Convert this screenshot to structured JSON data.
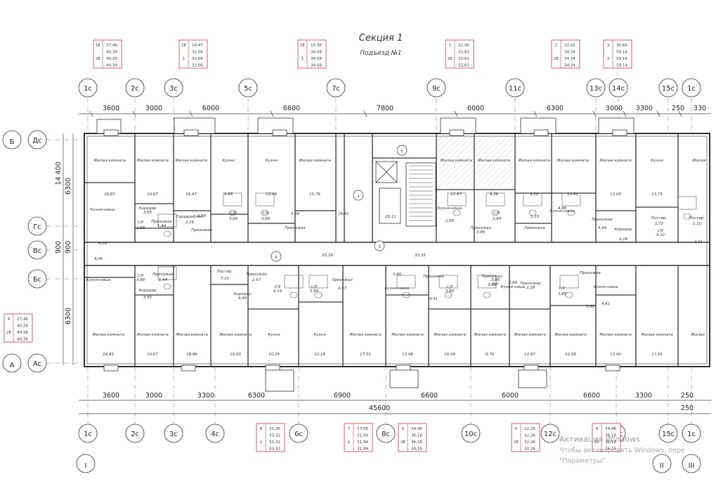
{
  "title": "Секция 1",
  "subtitle": "Подъезд №1",
  "axes_top": [
    "1с",
    "2с",
    "3с",
    "5с",
    "7с",
    "9с",
    "11с",
    "13с",
    "14с",
    "15с",
    "1с"
  ],
  "axes_bottom": [
    "1с",
    "2с",
    "3с",
    "4с",
    "6с",
    "8с",
    "10с",
    "12с",
    "14с",
    "15с",
    "1с"
  ],
  "axes_left": [
    "Дс",
    "Гс",
    "Вс",
    "Бс",
    "Ас"
  ],
  "axes_left_big": [
    "Б",
    "А"
  ],
  "roman": [
    "I",
    "II",
    "III"
  ],
  "dims_top": [
    "3600",
    "3000",
    "6000",
    "6600",
    "7800",
    "6000",
    "6300",
    "3000",
    "3300",
    "250",
    "330"
  ],
  "dims_bottom": [
    "3600",
    "3000",
    "3300",
    "6300",
    "6900",
    "6600",
    "6000",
    "6600",
    "3300",
    "250"
  ],
  "dim_total": "45600",
  "dim_total_right": "250",
  "dims_left": [
    "14 400",
    "6300",
    "900",
    "900",
    "6300"
  ],
  "circle_marks": [
    "1",
    "2",
    "3",
    "4"
  ],
  "rooms_top": [
    {
      "name": "Жилая комната",
      "area": "16,83"
    },
    {
      "name": "Жилая комната",
      "area": "10,67"
    },
    {
      "name": "Жилая комната",
      "area": "16,47"
    },
    {
      "name": "Кухня",
      "area": "9,88"
    },
    {
      "name": "Кухня",
      "area": "10,99"
    },
    {
      "name": "Жилая комната",
      "area": "15,76"
    },
    {
      "name": "Жилая комната",
      "area": "12,97"
    },
    {
      "name": "Жилая комната",
      "area": "9,38"
    },
    {
      "name": "Жилая комната",
      "area": "9,38"
    },
    {
      "name": "Жилая комната",
      "area": "12,64"
    },
    {
      "name": "Жилая комната",
      "area": "13,09"
    },
    {
      "name": "Кухня",
      "area": "13,74"
    },
    {
      "name": "Жилая",
      "area": ""
    }
  ],
  "rooms_mid_top": [
    {
      "name": "Кухня-ниша",
      "area": "4,09"
    },
    {
      "name": "Коридор",
      "area": "3,55"
    },
    {
      "name": "Прихожая",
      "area": "1,44"
    },
    {
      "name": "С/У",
      "area": "3,88"
    },
    {
      "name": "Гардеробная",
      "area": "2,18"
    },
    {
      "name": "Прихожая",
      "area": "6,64"
    },
    {
      "name": "С/У",
      "area": "3,89"
    },
    {
      "name": "С/У",
      "area": "3,89"
    },
    {
      "name": "Прихожая",
      "area": "3,94"
    },
    {
      "name": "Кухня-ниша",
      "area": "2,56"
    },
    {
      "name": "Прихожая",
      "area": "3,86"
    },
    {
      "name": "С/У",
      "area": "3,89"
    },
    {
      "name": "Прихожая",
      "area": "3,15"
    },
    {
      "name": "Кухня-ниша",
      "area": "4,88"
    },
    {
      "name": "Прихожая",
      "area": "4,44"
    },
    {
      "name": "Коридор",
      "area": "4,28"
    },
    {
      "name": "Постир.",
      "area": "1,72"
    },
    {
      "name": "С/У",
      "area": "4,32"
    },
    {
      "name": "Постир.",
      "area": "1,10"
    },
    {
      "name": "",
      "area": "4,31"
    }
  ],
  "core_areas": [
    "16,81",
    "16,11",
    "25,39",
    "33,35"
  ],
  "rooms_mid_bottom": [
    {
      "name": "Кухня-ниша",
      "area": "4,06"
    },
    {
      "name": "С/У",
      "area": "3,88"
    },
    {
      "name": "Прихожая",
      "area": "1,44"
    },
    {
      "name": "Коридор",
      "area": "3,55"
    },
    {
      "name": "Постир.",
      "area": "7,31"
    },
    {
      "name": "Прихожая",
      "area": "2,67"
    },
    {
      "name": "Коридор",
      "area": "4,48"
    },
    {
      "name": "С/У",
      "area": "4,19"
    },
    {
      "name": "С/У",
      "area": "3,89"
    },
    {
      "name": "Прихожая",
      "area": "4,37"
    },
    {
      "name": "Кухня-ниша",
      "area": "3,60"
    },
    {
      "name": "Прихожая",
      "area": "4,41"
    },
    {
      "name": "С/У",
      "area": "3,89"
    },
    {
      "name": "Прихожая",
      "area": "3,89"
    },
    {
      "name": "Кухня-ниша",
      "area": "2,89"
    },
    {
      "name": "С/У",
      "area": "3,86"
    },
    {
      "name": "Прихожая",
      "area": "2,28"
    },
    {
      "name": "С/У",
      "area": "3,89"
    },
    {
      "name": "Кухня-ниша",
      "area": "4,61"
    },
    {
      "name": "Прихожая",
      "area": "3,48"
    }
  ],
  "rooms_bottom": [
    {
      "name": "Жилая комната",
      "area": "16,83"
    },
    {
      "name": "Жилая комната",
      "area": "10,67"
    },
    {
      "name": "Жилая комната",
      "area": "18,86"
    },
    {
      "name": "Жилая комната",
      "area": "10,50"
    },
    {
      "name": "Кухня",
      "area": "10,29"
    },
    {
      "name": "Кухня",
      "area": "12,18"
    },
    {
      "name": "Жилая комната",
      "area": "17,55"
    },
    {
      "name": "Жилая комната",
      "area": "13,98"
    },
    {
      "name": "Жилая комната",
      "area": "10,58"
    },
    {
      "name": "Жилая комната",
      "area": "9,78"
    },
    {
      "name": "Жилая комната",
      "area": "12,87"
    },
    {
      "name": "Жилая комната",
      "area": "10,58"
    },
    {
      "name": "Жилая комната",
      "area": "13,90"
    },
    {
      "name": "Жилая комната",
      "area": "17,55"
    },
    {
      "name": "Жилая",
      "area": ""
    }
  ],
  "apt_boxes_top": [
    {
      "rows": [
        [
          "1Е",
          "27,46"
        ],
        [
          "",
          "40,39"
        ],
        [
          "2Е",
          "40,39"
        ],
        [
          "",
          "40,39"
        ]
      ]
    },
    {
      "rows": [
        [
          "1Е",
          "10,47"
        ],
        [
          "",
          "32,06"
        ],
        [
          "1",
          "32,06"
        ],
        [
          "",
          "32,06"
        ]
      ]
    },
    {
      "rows": [
        [
          "1Е",
          "15,36"
        ],
        [
          "",
          "34,58"
        ],
        [
          "1",
          "34,58"
        ],
        [
          "",
          "34,58"
        ]
      ]
    },
    {
      "rows": [
        [
          "1",
          "22,30"
        ],
        [
          "",
          "32,61"
        ],
        [
          "2Е",
          "32,61"
        ],
        [
          "",
          "32,61"
        ]
      ]
    },
    {
      "rows": [
        [
          "2",
          "22,02"
        ],
        [
          "",
          "34,34"
        ],
        [
          "2Е",
          "34,34"
        ],
        [
          "",
          "34,34"
        ]
      ]
    },
    {
      "rows": [
        [
          "3",
          "30,64"
        ],
        [
          "",
          "59,14"
        ],
        [
          "2",
          "59,14"
        ],
        [
          "",
          "59,14"
        ]
      ]
    }
  ],
  "apt_box_left": {
    "rows": [
      [
        "9",
        "27,46"
      ],
      [
        "",
        "40,39"
      ],
      [
        "2Е",
        "40,39"
      ],
      [
        "",
        "40,39"
      ]
    ]
  },
  "apt_boxes_bottom": [
    {
      "rows": [
        [
          "8",
          "25,36"
        ],
        [
          "",
          "53,32"
        ],
        [
          "2",
          "53,32"
        ],
        [
          "",
          "53,32"
        ]
      ]
    },
    {
      "rows": [
        [
          "7",
          "17,35"
        ],
        [
          "",
          "31,99"
        ],
        [
          "1",
          "31,99"
        ],
        [
          "",
          "31,99"
        ]
      ]
    },
    {
      "rows": [
        [
          "6",
          "24,48"
        ],
        [
          "",
          "36,18"
        ],
        [
          "2Е",
          "36,18"
        ],
        [
          "",
          "30,18"
        ]
      ]
    },
    {
      "rows": [
        [
          "5",
          "22,25"
        ],
        [
          "",
          "32,26"
        ],
        [
          "2Е",
          "32,26"
        ],
        [
          "",
          "32,26"
        ]
      ]
    },
    {
      "rows": [
        [
          "4",
          "24,48"
        ],
        [
          "",
          "36,18"
        ],
        [
          "2Е",
          "36,18"
        ],
        [
          "",
          "36,16"
        ]
      ]
    }
  ],
  "watermark": {
    "line1": "Активация Windows",
    "line2": "Чтобы активировать Windows, пере",
    "line3": "\"Параметры\"."
  }
}
